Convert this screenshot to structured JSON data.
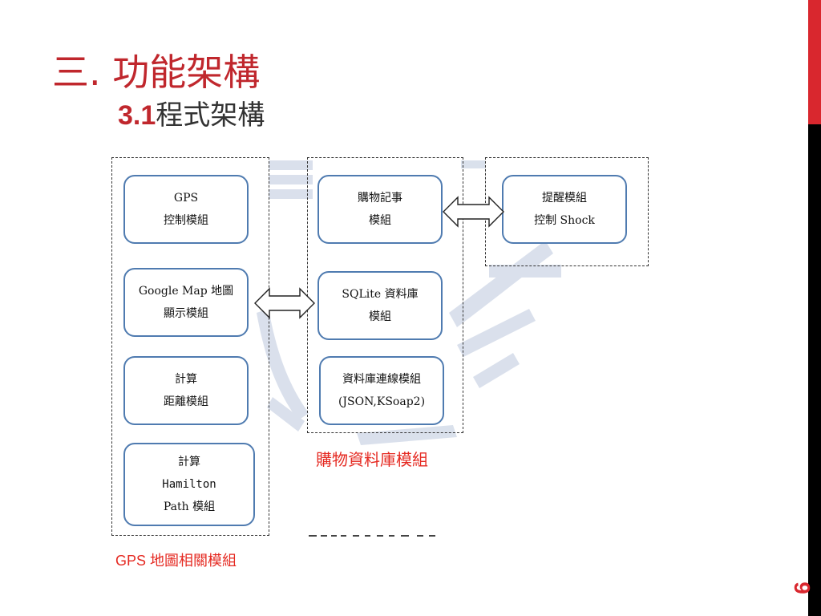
{
  "slide": {
    "title": "三. 功能架構",
    "subtitle_number": "3.1",
    "subtitle_text": "程式架構",
    "page_number": "9"
  },
  "diagram": {
    "gps_group": {
      "caption": "GPS 地圖相關模組",
      "modules": [
        {
          "line1": "GPS",
          "line2": "控制模組",
          "line3": ""
        },
        {
          "line1": "Google Map 地圖",
          "line2": "顯示模組",
          "line3": ""
        },
        {
          "line1": "計算",
          "line2": "距離模組",
          "line3": ""
        },
        {
          "line1": "計算",
          "line2": "Hamilton",
          "line3": "Path 模組"
        }
      ]
    },
    "shopping_group": {
      "caption": "購物資料庫模組",
      "modules": [
        {
          "line1": "購物記事",
          "line2": "模組"
        },
        {
          "line1": "SQLite 資料庫",
          "line2": "模組"
        },
        {
          "line1": "資料庫連線模組",
          "line2": "(JSON,KSoap2)"
        }
      ]
    },
    "reminder_group": {
      "modules": [
        {
          "line1": "提醒模組",
          "line2": "控制 Shock"
        }
      ]
    }
  },
  "colors": {
    "accent_red": "#d9272e",
    "module_border": "#4f7bb0",
    "caption_red": "#e52a22"
  }
}
